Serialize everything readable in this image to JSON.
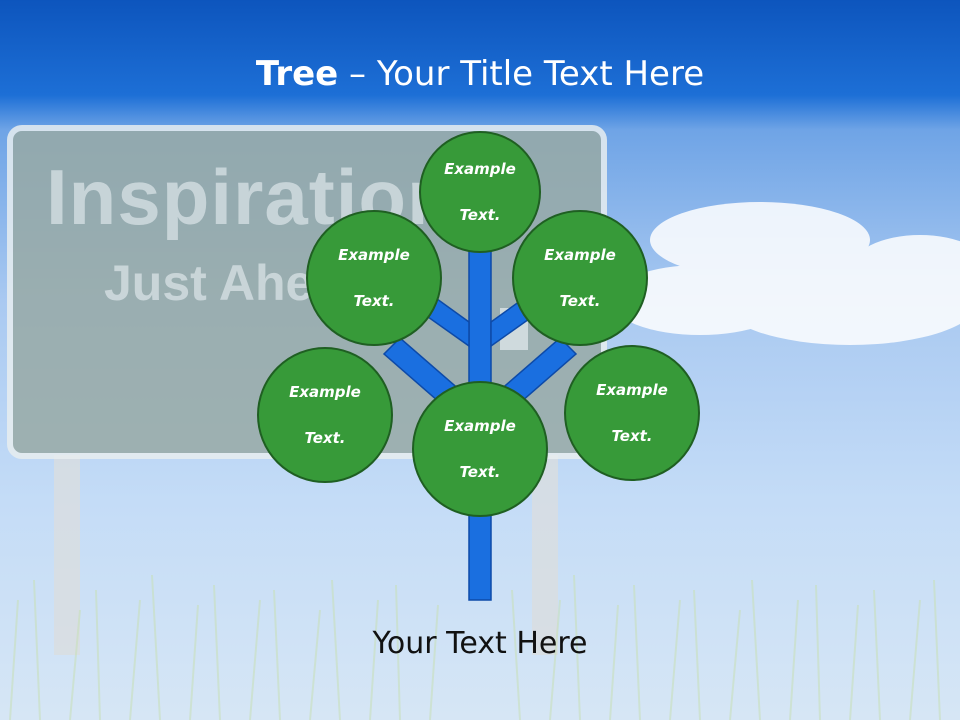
{
  "title": {
    "bold": "Tree",
    "dash": " – ",
    "rest": "Your Title Text Here"
  },
  "background": {
    "sign_line1": "Inspiration",
    "sign_line2": "Just Ahead"
  },
  "nodes": [
    {
      "line1": "Example",
      "line2": "Text."
    },
    {
      "line1": "Example",
      "line2": "Text."
    },
    {
      "line1": "Example",
      "line2": "Text."
    },
    {
      "line1": "Example",
      "line2": "Text."
    },
    {
      "line1": "Example",
      "line2": "Text."
    },
    {
      "line1": "Example",
      "line2": "Text."
    }
  ],
  "bottom_text": "Your Text Here",
  "colors": {
    "node_fill": "#379a39",
    "node_border": "#1f5f22",
    "trunk": "#1a6fe0",
    "header": "#0d55bd"
  }
}
